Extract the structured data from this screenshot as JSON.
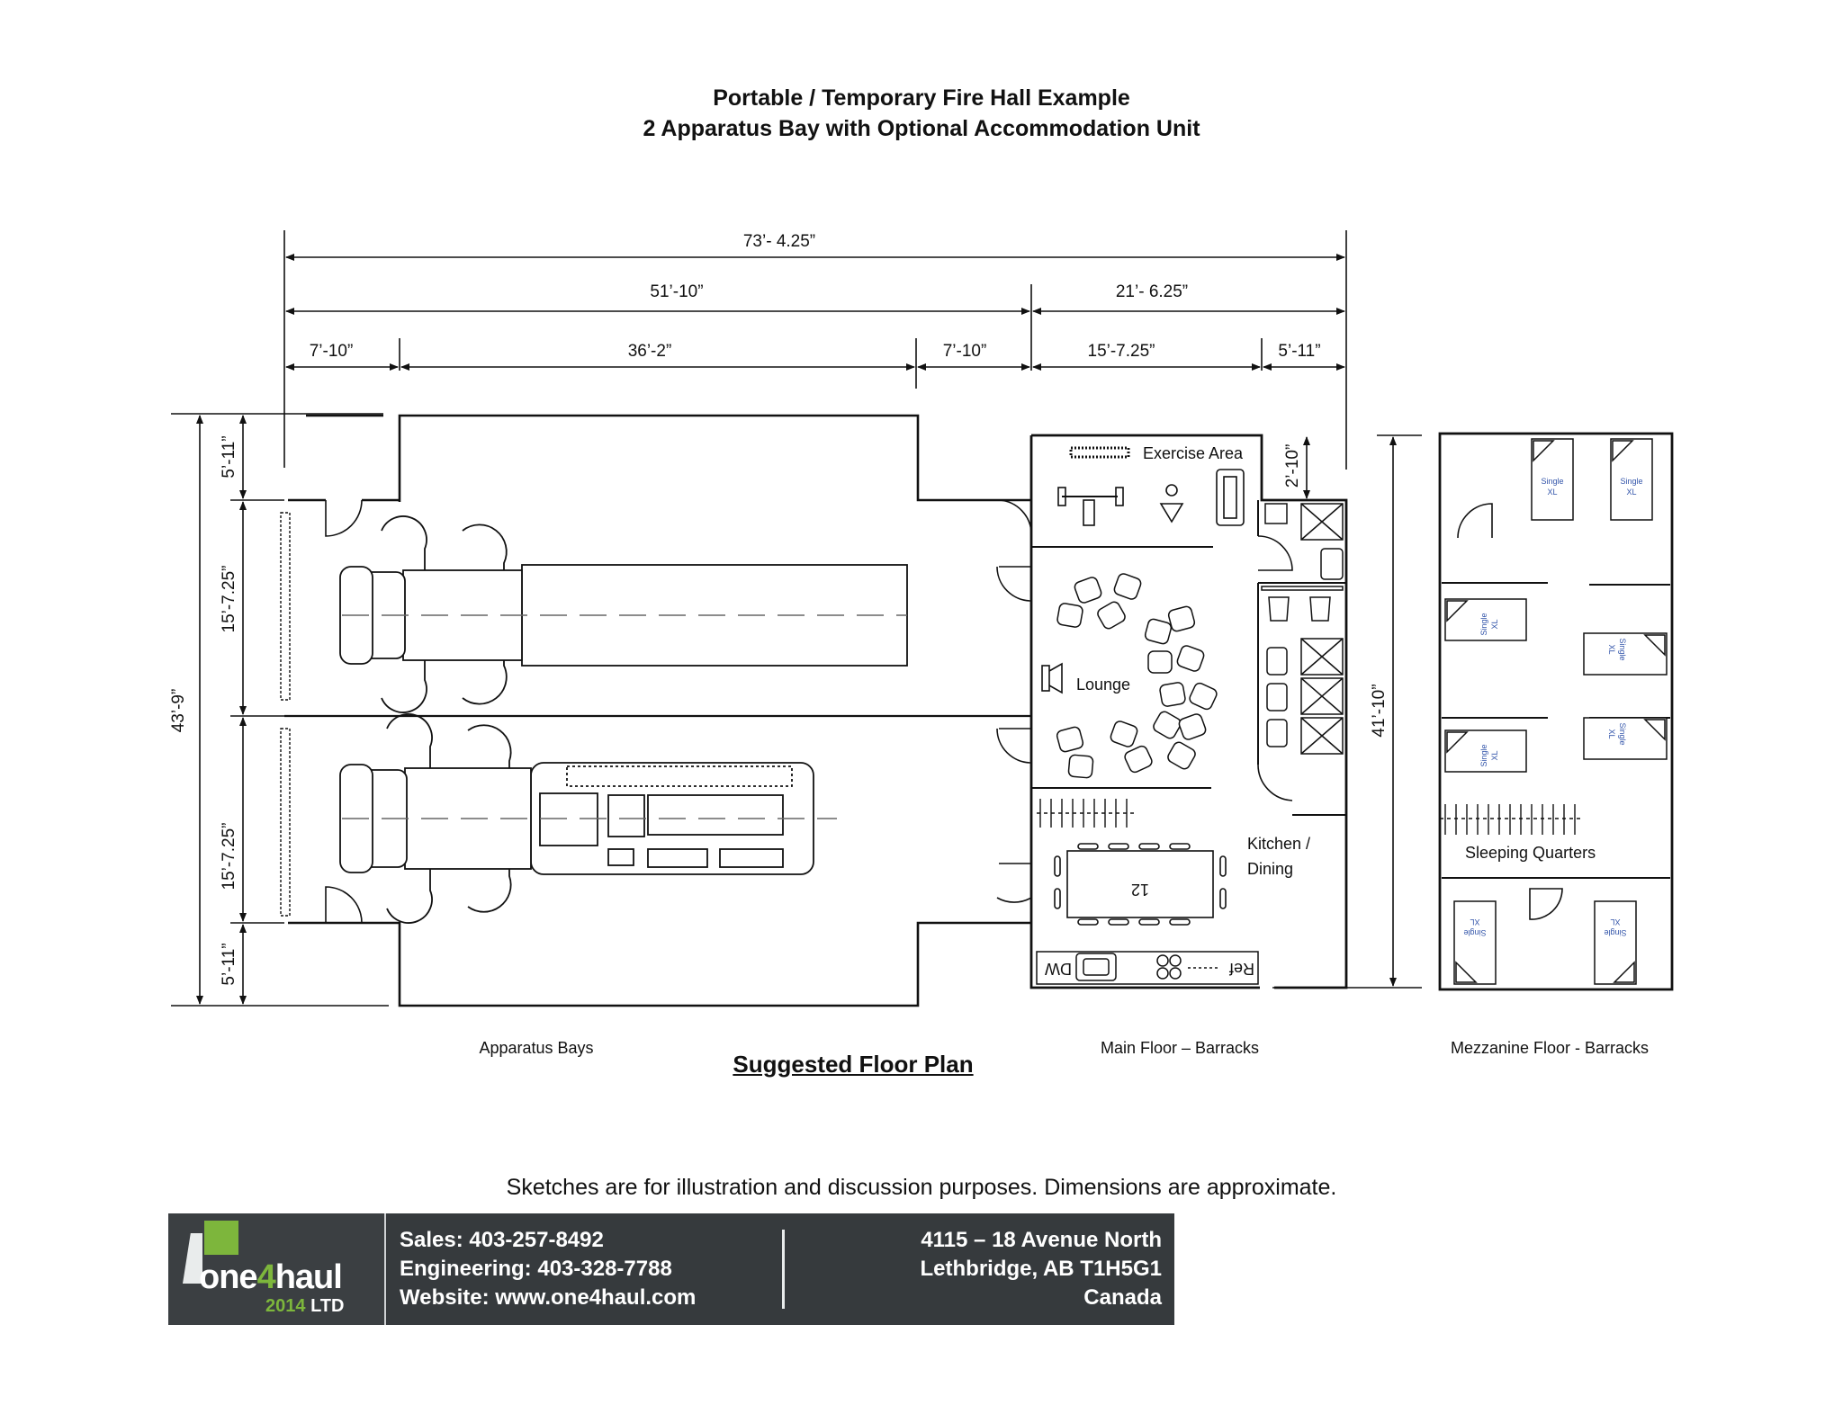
{
  "title": {
    "line1": "Portable / Temporary Fire Hall Example",
    "line2": "2 Apparatus Bay with Optional Accommodation Unit"
  },
  "dimensions": {
    "overall_width": "73’- 4.25”",
    "bays_width": "51’-10”",
    "barracks_width": "21’- 6.25”",
    "seg_left": "7’-10”",
    "seg_bay": "36’-2”",
    "seg_right": "7’-10”",
    "seg_room": "15’-7.25”",
    "seg_bath": "5’-11”",
    "overall_depth": "43’-9”",
    "v_top": "5’-11”",
    "v_bay1": "15’-7.25”",
    "v_bay2": "15’-7.25”",
    "v_bottom": "5’-11”",
    "barracks_depth": "41’-10”",
    "exercise_offset": "2’-10”"
  },
  "rooms": {
    "exercise": "Exercise Area",
    "lounge": "Lounge",
    "kitchen_line1": "Kitchen /",
    "kitchen_line2": "Dining",
    "sleeping": "Sleeping Quarters",
    "table_count": "12",
    "dw": "DW",
    "ref": "Ref",
    "bed_label_1": "Single",
    "bed_label_2": "XL"
  },
  "section_labels": {
    "apparatus": "Apparatus Bays",
    "main_floor": "Main Floor – Barracks",
    "mezzanine": "Mezzanine Floor - Barracks"
  },
  "plan_caption": "Suggested Floor Plan",
  "disclaimer": "Sketches are for illustration and discussion purposes. Dimensions are approximate.",
  "footer": {
    "logo_one": "one",
    "logo_four": "4",
    "logo_haul": "haul",
    "logo_year": "2014",
    "logo_ltd": "LTD",
    "sales": "Sales: 403-257-8492",
    "engineering": "Engineering: 403-328-7788",
    "website": "Website: www.one4haul.com",
    "address1": "4115 – 18 Avenue North",
    "address2": "Lethbridge, AB T1H5G1",
    "address3": "Canada"
  },
  "colors": {
    "logo_green": "#7db63c",
    "footer_bg": "#363a3d",
    "bed_text": "#3355aa"
  }
}
